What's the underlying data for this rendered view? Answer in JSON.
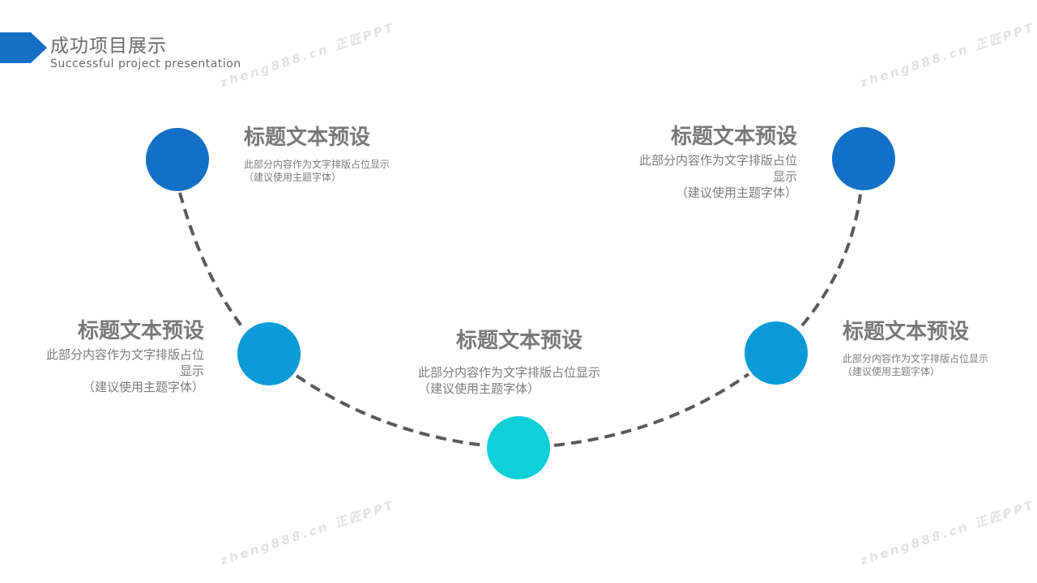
{
  "header": {
    "title": "成功项目展示",
    "subtitle": "Successful project presentation"
  },
  "colors": {
    "accent": "#1570c4",
    "node_dark": "#1470c6",
    "node_mid": "#0a9bd6",
    "node_light": "#0dcfd8",
    "text": "#787878",
    "path": "#5a5a5a"
  },
  "items": [
    {
      "title": "标题文本预设",
      "desc": "此部分内容作为文字排版占位显示",
      "note": "（建议使用主题字体）"
    },
    {
      "title": "标题文本预设",
      "desc": "此部分内容作为文字排版占位显示",
      "note": "（建议使用主题字体）"
    },
    {
      "title": "标题文本预设",
      "desc": "此部分内容作为文字排版占位显示",
      "note": "（建议使用主题字体）"
    },
    {
      "title": "标题文本预设",
      "desc": "此部分内容作为文字排版占位显示",
      "note": "（建议使用主题字体）"
    },
    {
      "title": "标题文本预设",
      "desc": "此部分内容作为文字排版占位显示",
      "note": "（建议使用主题字体）"
    }
  ],
  "watermark": "zheng888.cn 正匠PPT"
}
